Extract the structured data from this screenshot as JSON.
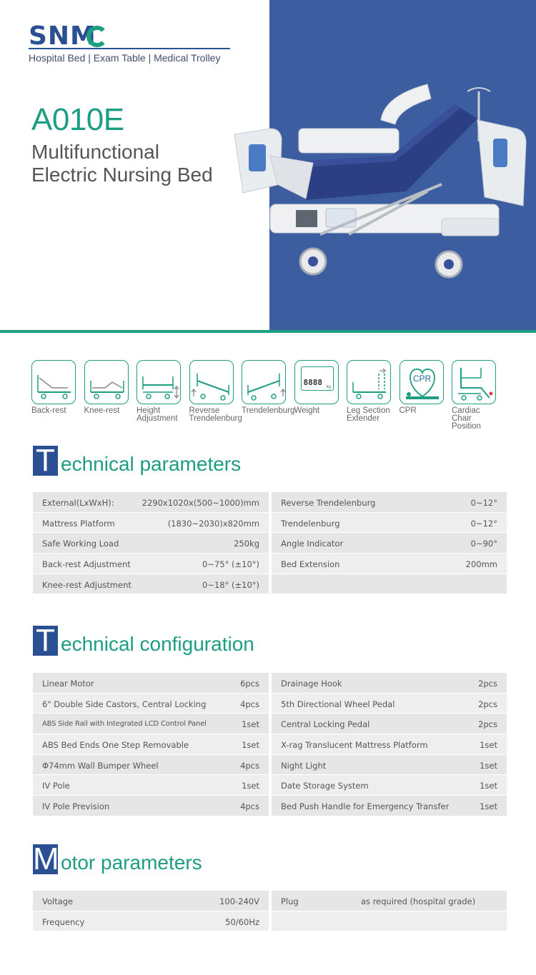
{
  "brand": {
    "logo": "SNM",
    "tagline": "Hospital Bed | Exam Table | Medical Trolley"
  },
  "product": {
    "model": "A010E",
    "name": "Multifunctional\nElectric Nursing Bed"
  },
  "colors": {
    "green": "#1d9d82",
    "blue": "#3c5ea1",
    "navy": "#2b4f93"
  },
  "features": [
    {
      "label": "Back-rest",
      "icon": "back-rest-icon"
    },
    {
      "label": "Knee-rest",
      "icon": "knee-rest-icon"
    },
    {
      "label": "Height\nAdjustment",
      "icon": "height-adjustment-icon"
    },
    {
      "label": "Reverse\nTrendelenburg",
      "icon": "reverse-trendelenburg-icon"
    },
    {
      "label": "Trendelenburg",
      "icon": "trendelenburg-icon"
    },
    {
      "label": "Weight",
      "icon": "weight-icon",
      "display": "weight",
      "reading": "8888",
      "unit": "kg"
    },
    {
      "label": "Leg Section\nExtender",
      "icon": "leg-extender-icon"
    },
    {
      "label": "CPR",
      "icon": "cpr-icon",
      "badge": "CPR"
    },
    {
      "label": "Cardiac\nChair Position",
      "icon": "cardiac-chair-icon"
    }
  ],
  "technical_parameters": {
    "initial": "T",
    "rest": "echnical parameters",
    "left": [
      {
        "k": "External(LxWxH):",
        "v": "2290x1020x(500~1000)mm"
      },
      {
        "k": "Mattress Platform",
        "v": "(1830~2030)x820mm"
      },
      {
        "k": "Safe Working Load",
        "v": "250kg"
      },
      {
        "k": "Back-rest Adjustment",
        "v": "0~75° (±10°)"
      },
      {
        "k": "Knee-rest Adjustment",
        "v": "0~18° (±10°)"
      }
    ],
    "right": [
      {
        "k": "Reverse Trendelenburg",
        "v": "0~12°"
      },
      {
        "k": "Trendelenburg",
        "v": "0~12°"
      },
      {
        "k": "Angle Indicator",
        "v": "0~90°"
      },
      {
        "k": "Bed Extension",
        "v": "200mm"
      },
      {
        "k": "",
        "v": ""
      }
    ]
  },
  "technical_configuration": {
    "initial": "T",
    "rest": "echnical configuration",
    "left": [
      {
        "k": "Linear Motor",
        "v": "6pcs"
      },
      {
        "k": "6\" Double Side Castors, Central Locking",
        "v": "4pcs"
      },
      {
        "k": "ABS Side Rail with Integrated LCD Control Panel",
        "v": "1set"
      },
      {
        "k": "ABS Bed Ends One Step Removable",
        "v": "1set"
      },
      {
        "k": "Φ74mm Wall Bumper Wheel",
        "v": "4pcs"
      },
      {
        "k": "IV Pole",
        "v": "1set"
      },
      {
        "k": "IV Pole Prevision",
        "v": "4pcs"
      }
    ],
    "right": [
      {
        "k": "Drainage Hook",
        "v": "2pcs"
      },
      {
        "k": "5th Directional Wheel Pedal",
        "v": "2pcs"
      },
      {
        "k": "Central Locking Pedal",
        "v": "2pcs"
      },
      {
        "k": "X-rag Translucent Mattress Platform",
        "v": "1set"
      },
      {
        "k": "Night Light",
        "v": "1set"
      },
      {
        "k": "Date Storage System",
        "v": "1set"
      },
      {
        "k": "Bed Push Handle for Emergency Transfer",
        "v": "1set"
      }
    ]
  },
  "motor_parameters": {
    "initial": "M",
    "rest": "otor parameters",
    "left": [
      {
        "k": "Voltage",
        "v": "100-240V"
      },
      {
        "k": "Frequency",
        "v": "50/60Hz"
      }
    ],
    "right": [
      {
        "k": "Plug",
        "v": "as required (hospital grade)"
      },
      {
        "k": "",
        "v": ""
      }
    ]
  }
}
